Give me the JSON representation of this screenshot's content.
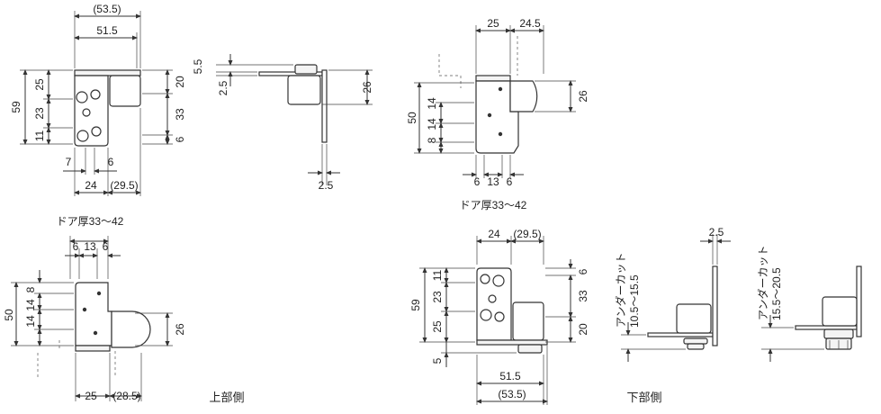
{
  "top_left_view": {
    "dims": [
      "(53.5)",
      "51.5",
      "59",
      "25",
      "23",
      "11",
      "20",
      "33",
      "6",
      "7",
      "6",
      "24",
      "(29.5)"
    ]
  },
  "top_side_view": {
    "dims": [
      "5.5",
      "2.5",
      "26",
      "2.5"
    ]
  },
  "top_right_view": {
    "dims": [
      "25",
      "24.5",
      "26",
      "50",
      "14",
      "14",
      "8",
      "6",
      "13",
      "6"
    ],
    "door_label": "ドア厚33～42"
  },
  "bottom_left_view": {
    "door_label": "ドア厚33～42",
    "dims": [
      "6",
      "13",
      "6",
      "8",
      "14",
      "14",
      "50",
      "26",
      "25",
      "(28.5)"
    ],
    "caption": "上部側"
  },
  "bottom_center_view": {
    "dims": [
      "24",
      "(29.5)",
      "11",
      "23",
      "59",
      "25",
      "5",
      "6",
      "33",
      "20",
      "51.5",
      "(53.5)"
    ],
    "caption": "下部側"
  },
  "undercut_views": {
    "top_dim": "2.5",
    "undercut_a_label": "アンダーカット",
    "undercut_a_range": "10.5～15.5",
    "undercut_b_label": "アンダーカット",
    "undercut_b_range": "15.5～20.5"
  }
}
